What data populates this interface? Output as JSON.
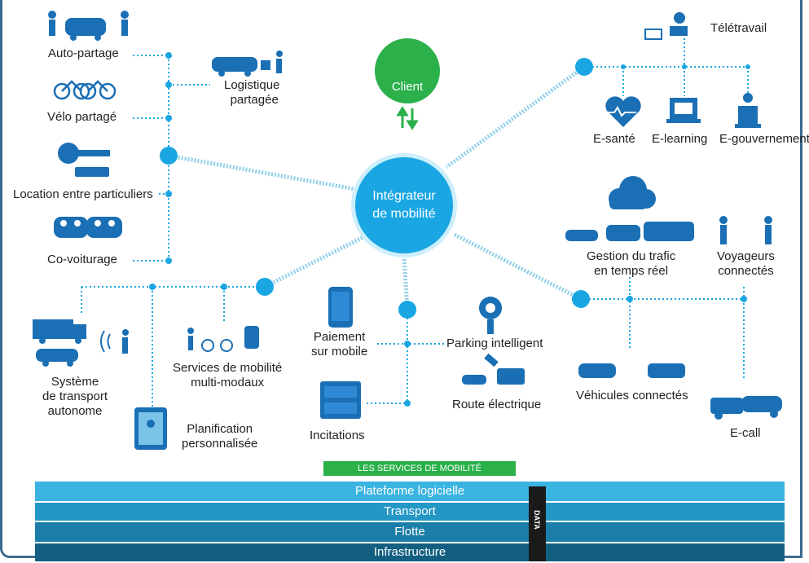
{
  "center": {
    "line1": "Intégrateur",
    "line2": "de mobilité"
  },
  "client": {
    "label": "Client"
  },
  "left_group": {
    "auto_partage": "Auto-partage",
    "logistique_1": "Logistique",
    "logistique_2": "partagée",
    "velo": "Vélo partagé",
    "location": "Location entre particuliers",
    "covoiturage": "Co-voiturage"
  },
  "right_top": {
    "teletravail": "Télétravail",
    "esante": "E-santé",
    "elearning": "E-learning",
    "egouv": "E-gouvernement"
  },
  "bottom_left": {
    "systeme_1": "Système",
    "systeme_2": "de transport",
    "systeme_3": "autonome",
    "services_1": "Services de mobilité",
    "services_2": "multi-modaux",
    "planif_1": "Planification",
    "planif_2": "personnalisée"
  },
  "bottom_mid": {
    "paiement_1": "Paiement",
    "paiement_2": "sur mobile",
    "parking": "Parking intelligent",
    "route": "Route électrique",
    "incitations": "Incitations"
  },
  "bottom_right": {
    "gestion_1": "Gestion du trafic",
    "gestion_2": "en temps réel",
    "voyageurs_1": "Voyageurs",
    "voyageurs_2": "connectés",
    "vehicules": "Véhicules connectés",
    "ecall": "E-call"
  },
  "layers": {
    "banner": "LES SERVICES DE MOBILITÉ",
    "plateforme": "Plateforme logicielle",
    "transport": "Transport",
    "flotte": "Flotte",
    "infrastructure": "Infrastructure",
    "data": "DATA"
  },
  "colors": {
    "accent_blue": "#19a6e3",
    "icon_blue": "#1a6fb5",
    "client_green": "#2bb04a",
    "band_1": "#3ab4e0",
    "band_2": "#2397c6",
    "band_3": "#1b7ea8",
    "band_4": "#135f82"
  }
}
